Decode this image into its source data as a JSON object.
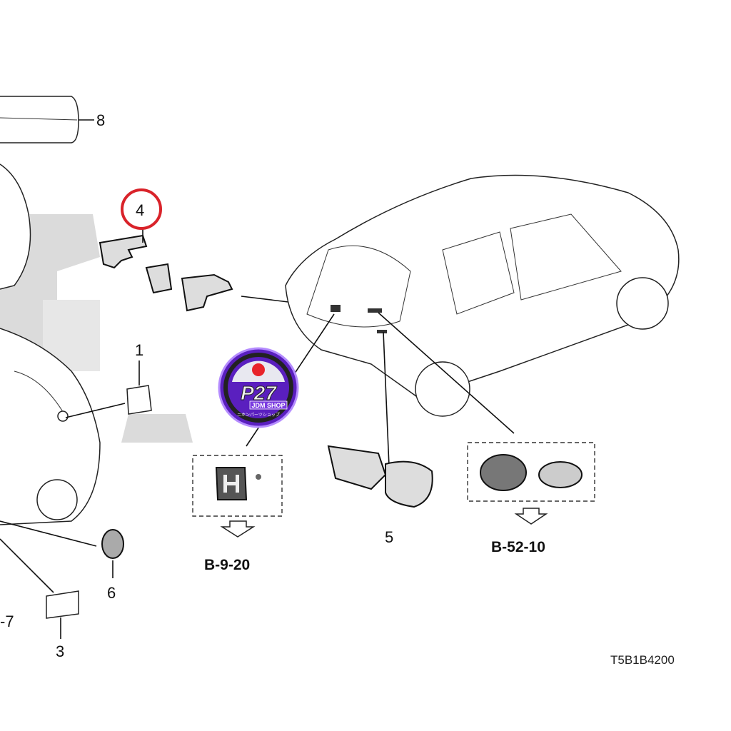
{
  "diagram": {
    "code": "T5B1B4200",
    "highlight_color": "#d9232a",
    "callouts": {
      "part_1": "1",
      "part_3": "3",
      "part_4": "4",
      "part_5": "5",
      "part_6": "6",
      "part_7": "-7",
      "part_8": "8"
    },
    "references": {
      "honda_emblem_ref": "B-9-20",
      "badge_ref": "B-52-10"
    },
    "watermark": {
      "brand": "P27",
      "sub": "JDM SHOP",
      "jp": "ニホンパーツショップ",
      "color": "#6a2bd9"
    }
  }
}
